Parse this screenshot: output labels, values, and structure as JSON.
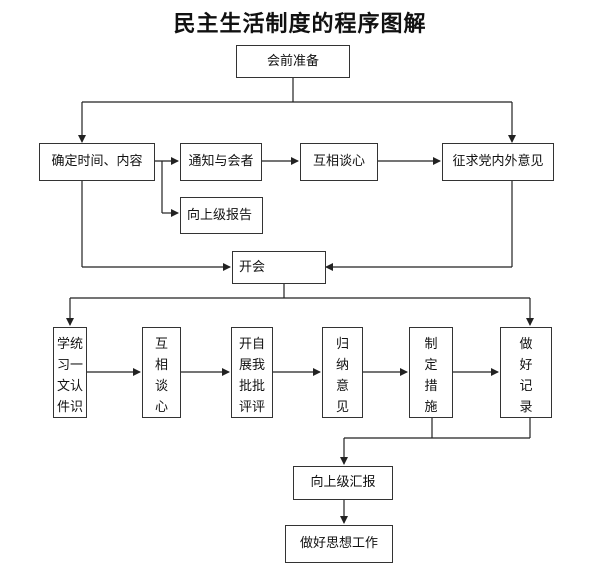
{
  "title": "民主生活制度的程序图解",
  "nodes": {
    "prepare": "会前准备",
    "confirm": "确定时间、内容",
    "notify": "通知与会者",
    "talk": "互相谈心",
    "solicit": "征求党内外意见",
    "report_up": "向上级报告",
    "meeting": "开会",
    "study": [
      "学统",
      "习一",
      "文认",
      "件识"
    ],
    "mutual": [
      "互",
      "相",
      "谈",
      "心"
    ],
    "criticism": [
      "开自",
      "展我",
      "批批",
      "评评"
    ],
    "summarize": [
      "归",
      "纳",
      "意",
      "见"
    ],
    "measures": [
      "制",
      "定",
      "措",
      "施"
    ],
    "record": [
      "做",
      "好",
      "记",
      "录"
    ],
    "report_summary": "向上级汇报",
    "ideological_work": "做好思想工作"
  }
}
